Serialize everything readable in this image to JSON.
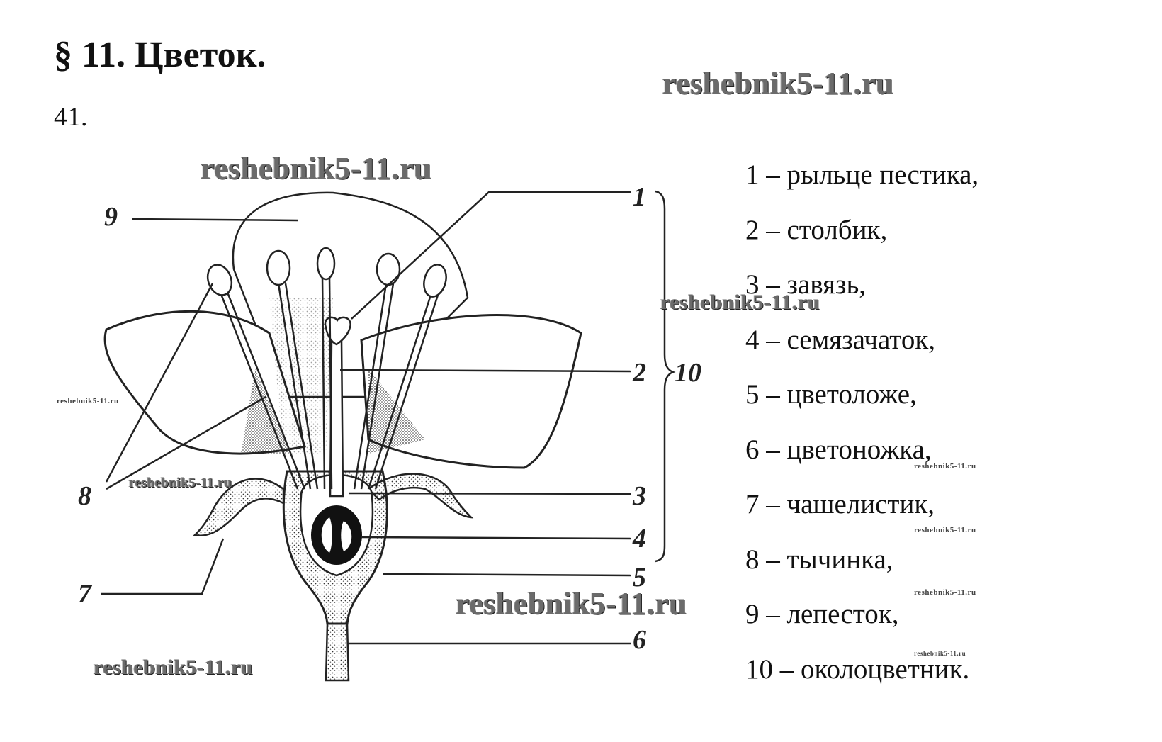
{
  "heading": {
    "title": "§ 11. Цветок.",
    "task_number": "41."
  },
  "watermark": "reshebnik5-11.ru",
  "callouts": [
    "1",
    "2",
    "3",
    "4",
    "5",
    "6",
    "7",
    "8",
    "9",
    "10"
  ],
  "legend": [
    "1 – рыльце пестика,",
    "2 – столбик,",
    "3 – завязь,",
    "4 – семязачаток,",
    "5 – цветоложе,",
    "6 – цветоножка,",
    "7 – чашелистик,",
    "8 – тычинка,",
    "9 – лепесток,",
    "10 – околоцветник."
  ]
}
